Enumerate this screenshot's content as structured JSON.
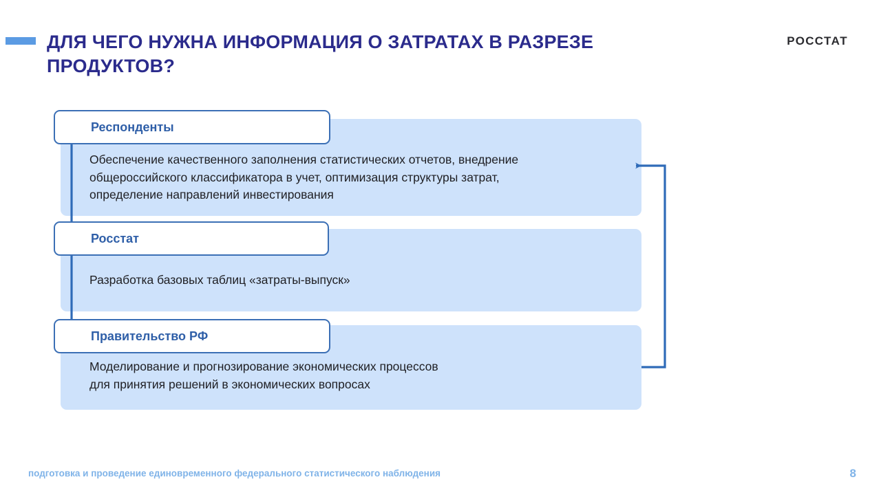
{
  "slide": {
    "title": "ДЛЯ ЧЕГО НУЖНА ИНФОРМАЦИЯ О ЗАТРАТАХ В РАЗРЕЗЕ ПРОДУКТОВ?",
    "brand": "РОССТАТ",
    "page_number": "8",
    "footer": "подготовка и проведение единовременного федерального статистического наблюдения"
  },
  "colors": {
    "title_text": "#2B2B8C",
    "accent_dash": "#5B9BE3",
    "panel_background": "#CEE2FB",
    "panel_border": "#3B6FB5",
    "header_text": "#2F5FA8",
    "body_text": "#1F1F23",
    "connector": "#2F6BB8",
    "footer_text": "#7FB3E8",
    "brand_text": "#2B2B2F"
  },
  "diagram": {
    "panels": [
      {
        "id": "respondents",
        "header": "Респонденты",
        "body": "Обеспечение качественного заполнения статистических отчетов, внедрение\nобщероссийского классификатора в учет, оптимизация структуры затрат,\nопределение направлений инвестирования"
      },
      {
        "id": "rosstat",
        "header": "Росстат",
        "body": "Разработка базовых таблиц «затраты-выпуск»"
      },
      {
        "id": "government",
        "header": "Правительство РФ",
        "body": "Моделирование и прогнозирование экономических процессов\nдля принятия решений в экономических вопросах"
      }
    ]
  }
}
